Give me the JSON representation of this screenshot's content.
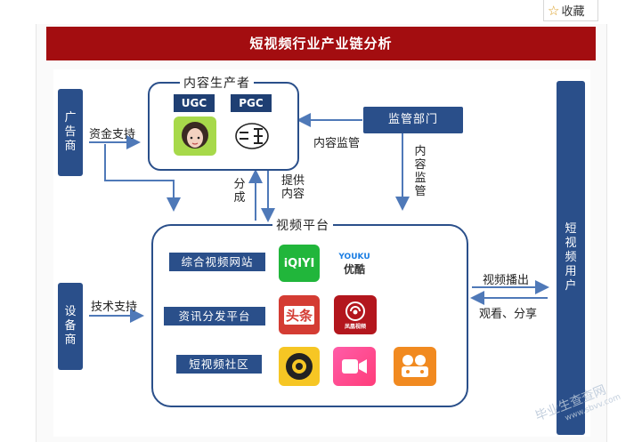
{
  "favorite": {
    "icon": "star-icon",
    "label": "收藏"
  },
  "title": "短视频行业产业链分析",
  "left": {
    "advertiser": "广告商",
    "device_maker": "设备商",
    "funding_label": "资金支持",
    "tech_label": "技术支持"
  },
  "producer": {
    "title": "内容生产者",
    "tags": [
      "UGC",
      "PGC"
    ]
  },
  "regulator": {
    "button": "监管部门",
    "label_h": "内容监管",
    "label_v": "内容监管"
  },
  "middle": {
    "share_label": "分成",
    "provide_label": "提供内容"
  },
  "platform": {
    "title": "视频平台",
    "categories": [
      {
        "label": "综合视频网站",
        "apps": [
          "iQIYI",
          "YOUKU 优酷"
        ]
      },
      {
        "label": "资讯分发平台",
        "apps": [
          "头条",
          "凤凰视频"
        ]
      },
      {
        "label": "短视频社区",
        "apps": [
          "video-camera-app",
          "video-play-app",
          "video-chat-app"
        ]
      }
    ]
  },
  "users": {
    "label": "短视频用户",
    "play_label": "视频播出",
    "watch_label": "观看、分享"
  },
  "app_text": {
    "iqiyi": "iQIYI",
    "youku_top": "YOUKU",
    "youku_bottom": "优酷",
    "toutiao": "头条",
    "ifeng": "凤凰视频"
  },
  "watermark": {
    "main": "毕业生查查网",
    "sub": "www.sbvv.com"
  },
  "colors": {
    "title_bar": "#a30d10",
    "navy": "#2a4f8a",
    "arrow": "#4f79b8"
  }
}
